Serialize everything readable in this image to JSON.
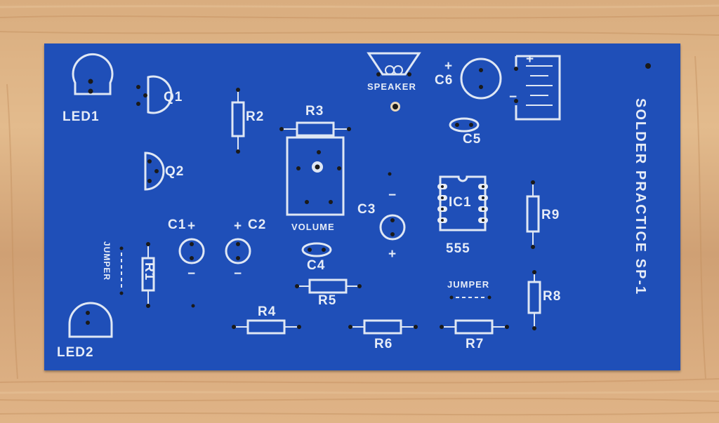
{
  "board": {
    "title": "SOLDER PRACTICE  SP-1",
    "components": {
      "led1": "LED1",
      "led2": "LED2",
      "q1": "Q1",
      "q2": "Q2",
      "r1": "R1",
      "r2": "R2",
      "r3": "R3",
      "r4": "R4",
      "r5": "R5",
      "r6": "R6",
      "r7": "R7",
      "r8": "R8",
      "r9": "R9",
      "c1": "C1",
      "c2": "C2",
      "c3": "C3",
      "c4": "C4",
      "c5": "C5",
      "c6": "C6",
      "ic1": "IC1",
      "ic1_part": "555",
      "speaker": "SPEAKER",
      "volume": "VOLUME",
      "jumper_left": "JUMPER",
      "jumper_right": "JUMPER",
      "plus": "+",
      "minus": "−"
    }
  },
  "colors": {
    "board": "#1f4fb8",
    "silkscreen": "#dfe7f4",
    "wood": "#d9ad7f"
  }
}
